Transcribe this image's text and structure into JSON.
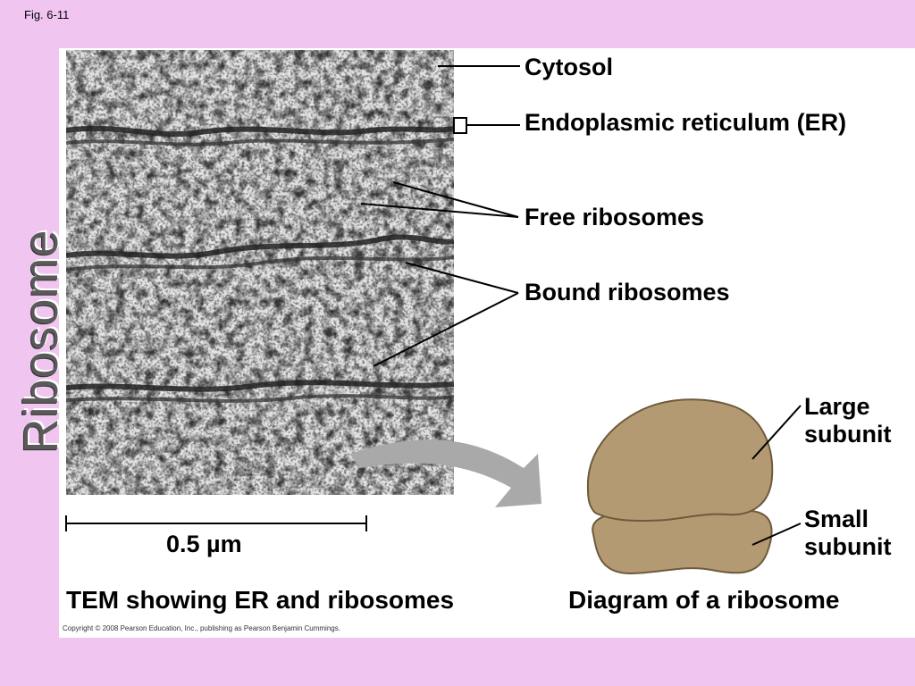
{
  "figure": {
    "fig_label": "Fig. 6-11",
    "vertical_title": "Ribosome"
  },
  "tem_labels": {
    "cytosol": "Cytosol",
    "er": "Endoplasmic reticulum (ER)",
    "free": "Free ribosomes",
    "bound": "Bound ribosomes"
  },
  "scale_bar": {
    "label": "0.5 µm"
  },
  "diagram_labels": {
    "large_line1": "Large",
    "large_line2": "subunit",
    "small_line1": "Small",
    "small_line2": "subunit"
  },
  "captions": {
    "tem": "TEM showing ER and ribosomes",
    "diagram": "Diagram of a ribosome"
  },
  "copyright": "Copyright © 2008 Pearson Education, Inc., publishing as Pearson Benjamin Cummings.",
  "colors": {
    "background": "#f0c6f0",
    "ribosome_fill": "#b39a73",
    "ribosome_stroke": "#6e5a3c",
    "arrow": "#a9a9a9"
  }
}
